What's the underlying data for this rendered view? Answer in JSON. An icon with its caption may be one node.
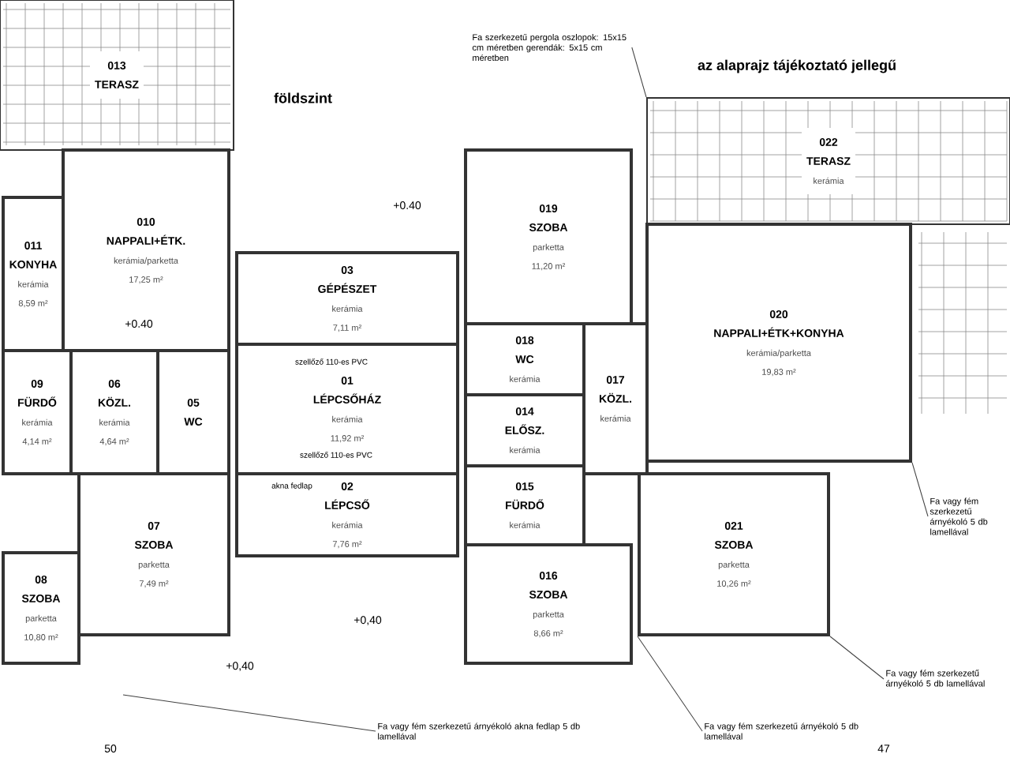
{
  "diagram": {
    "nodes": [
      {
        "text": [
          "013",
          "TERASZ"
        ]
      },
      {
        "text": [
          "Fa szerkezetű pergola oszlopok: 15x15 cm méretben gerendák: 5x15 cm méretben"
        ]
      },
      {
        "text": [
          "022",
          "TERASZ",
          "kerámia"
        ]
      },
      {
        "text": [
          "010",
          "NAPPALI+ÉTK.",
          "kerámia/parketta",
          "17,25 m²"
        ]
      },
      {
        "text": [
          "011",
          "KONYHA",
          "kerámia",
          "8,59 m²"
        ]
      },
      {
        "text": [
          "019",
          "SZOBA",
          "parketta",
          "11,20 m²"
        ]
      },
      {
        "text": [
          "020",
          "NAPPALI+ÉTK+KONYHA",
          "kerámia/parketta",
          "19,83 m²"
        ]
      },
      {
        "text": [
          "03",
          "GÉPÉSZET",
          "kerámia",
          "7,11 m²"
        ]
      },
      {
        "text": [
          "01",
          "LÉPCSŐHÁZ",
          "kerámia",
          "11,92 m²"
        ]
      },
      {
        "text": [
          "018",
          "WC",
          "kerámia"
        ]
      },
      {
        "text": [
          "017",
          "KÖZL.",
          "kerámia"
        ]
      },
      {
        "text": [
          "09",
          "FÜRDŐ",
          "kerámia",
          "4,14 m²"
        ]
      },
      {
        "text": [
          "06",
          "KÖZL.",
          "kerámia",
          "4,64 m²"
        ]
      },
      {
        "text": [
          "05",
          "WC"
        ]
      },
      {
        "text": [
          "014",
          "ELŐSZ.",
          "kerámia"
        ]
      },
      {
        "text": [
          "015",
          "FÜRDŐ",
          "kerámia"
        ]
      },
      {
        "text": [
          "02",
          "LÉPCSŐ",
          "kerámia",
          "7,76 m²"
        ]
      },
      {
        "text": [
          "021",
          "SZOBA",
          "parketta",
          "10,26 m²"
        ]
      },
      {
        "text": [
          "07",
          "SZOBA",
          "parketta",
          "7,49 m²"
        ]
      },
      {
        "text": [
          "08",
          "SZOBA",
          "parketta",
          "10,80 m²"
        ]
      },
      {
        "text": [
          "016",
          "SZOBA",
          "parketta",
          "8,66 m²"
        ]
      },
      {
        "text": [
          "Fa vagy fém szerkezetű árnyékoló 5 db lamellával"
        ]
      },
      {
        "text": [
          "Fa vagy fém szerkezetű árnyékoló 5 db lamellával"
        ]
      },
      {
        "text": [
          "Fa vagy fém szerkezetű árnyékoló akna fedlap 5 db lamellával"
        ]
      },
      {
        "text": [
          "Fa vagy fém szerkezetű árnyékoló 5 db lamellával"
        ]
      }
    ],
    "edges": [
      {
        "from": 1,
        "to": 2,
        "arrow": "none"
      },
      {
        "from": 21,
        "to": 6,
        "arrow": "none"
      },
      {
        "from": 22,
        "to": 17,
        "arrow": "none"
      },
      {
        "from": 23,
        "to": null,
        "arrow": "none"
      },
      {
        "from": 24,
        "to": 17,
        "arrow": "none"
      }
    ],
    "labels": [
      "az alaprajz tájékoztató jellegű",
      "földszint",
      "+0.40",
      "+0.40",
      "szellőző 110-es PVC",
      "szellőző 110-es PVC",
      "akna fedlap",
      "+0,40",
      "+0,40",
      "50",
      "47"
    ]
  }
}
